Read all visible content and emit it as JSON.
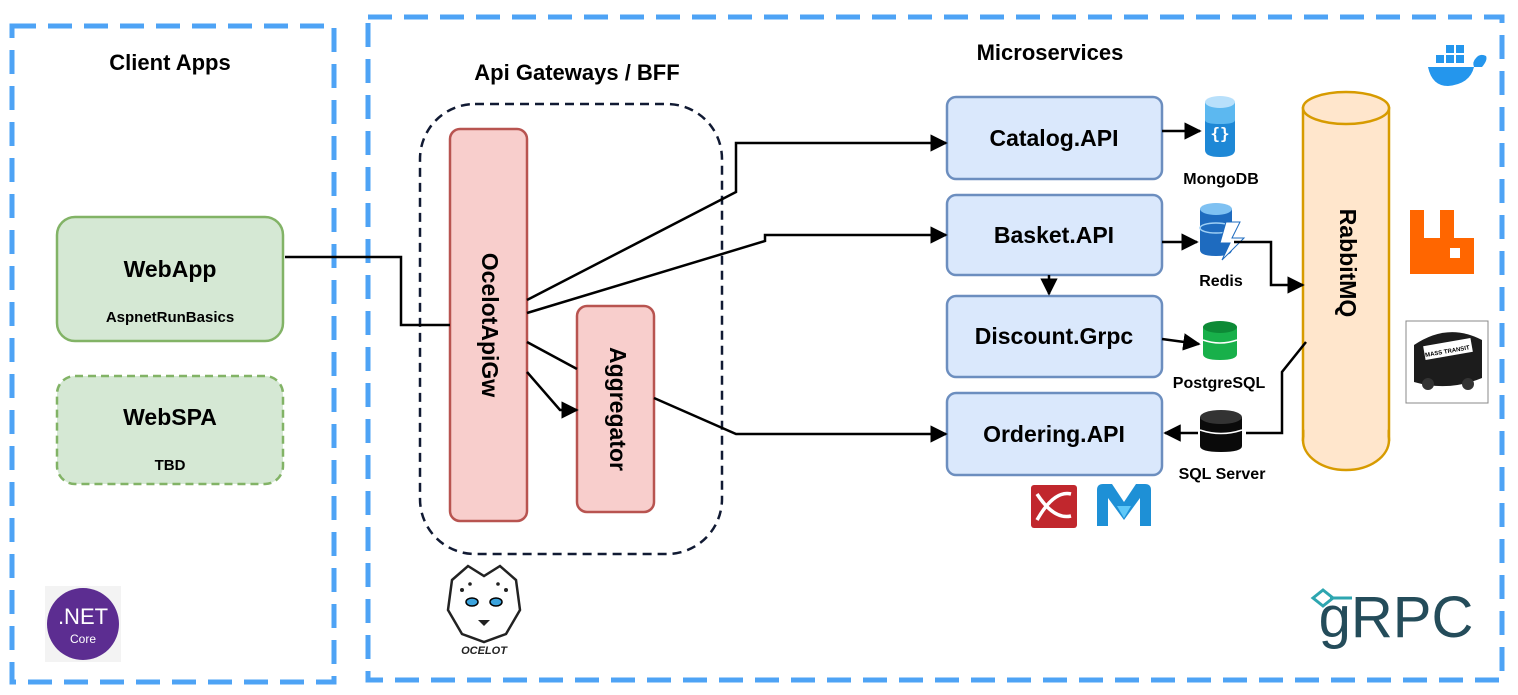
{
  "regions": {
    "client": {
      "title": "Client Apps"
    },
    "gateway": {
      "title": "Api Gateways / BFF"
    },
    "microservices": {
      "title": "Microservices"
    }
  },
  "clients": [
    {
      "name": "WebApp",
      "subtitle": "AspnetRunBasics",
      "fill": "#d5e8d4",
      "stroke": "#82b366"
    },
    {
      "name": "WebSPA",
      "subtitle": "TBD",
      "fill": "#d5e8d4",
      "stroke": "#82b366"
    }
  ],
  "gateway_nodes": [
    {
      "name": "OcelotApiGw",
      "fill": "#f8cecc",
      "stroke": "#b85450"
    },
    {
      "name": "Aggregator",
      "fill": "#f8cecc",
      "stroke": "#b85450"
    }
  ],
  "services": [
    {
      "name": "Catalog.API"
    },
    {
      "name": "Basket.API"
    },
    {
      "name": "Discount.Grpc"
    },
    {
      "name": "Ordering.API"
    }
  ],
  "service_style": {
    "fill": "#dae8fc",
    "stroke": "#6c8ebf"
  },
  "databases": [
    {
      "name": "MongoDB",
      "icon": "mongodb-icon"
    },
    {
      "name": "Redis",
      "icon": "redis-icon"
    },
    {
      "name": "PostgreSQL",
      "icon": "postgresql-icon"
    },
    {
      "name": "SQL Server",
      "icon": "sql-server-icon"
    }
  ],
  "queue": {
    "name": "RabbitMQ",
    "fill": "#ffe6cc",
    "stroke": "#d79b00"
  },
  "logos": {
    "dotnet": {
      "line1": ".NET",
      "line2": "Core",
      "color": "#5c2d91"
    },
    "ocelot": {
      "label": "OCELOT"
    },
    "masstransit": {
      "label": "MASS TRANSIT"
    },
    "grpc": {
      "label": "gRPC",
      "color": "#244c5a",
      "accent": "#2da6b0"
    },
    "docker": {
      "icon": "docker-icon",
      "color": "#2496ed"
    },
    "rabbitmq": {
      "icon": "rabbitmq-icon",
      "color": "#ff6600"
    },
    "automapper": {
      "icon": "automapper-icon",
      "color": "#c1272d"
    },
    "mediatr": {
      "icon": "mediatr-icon",
      "color": "#1e90d6"
    }
  },
  "colors": {
    "region_border": "#4ea3f5"
  }
}
